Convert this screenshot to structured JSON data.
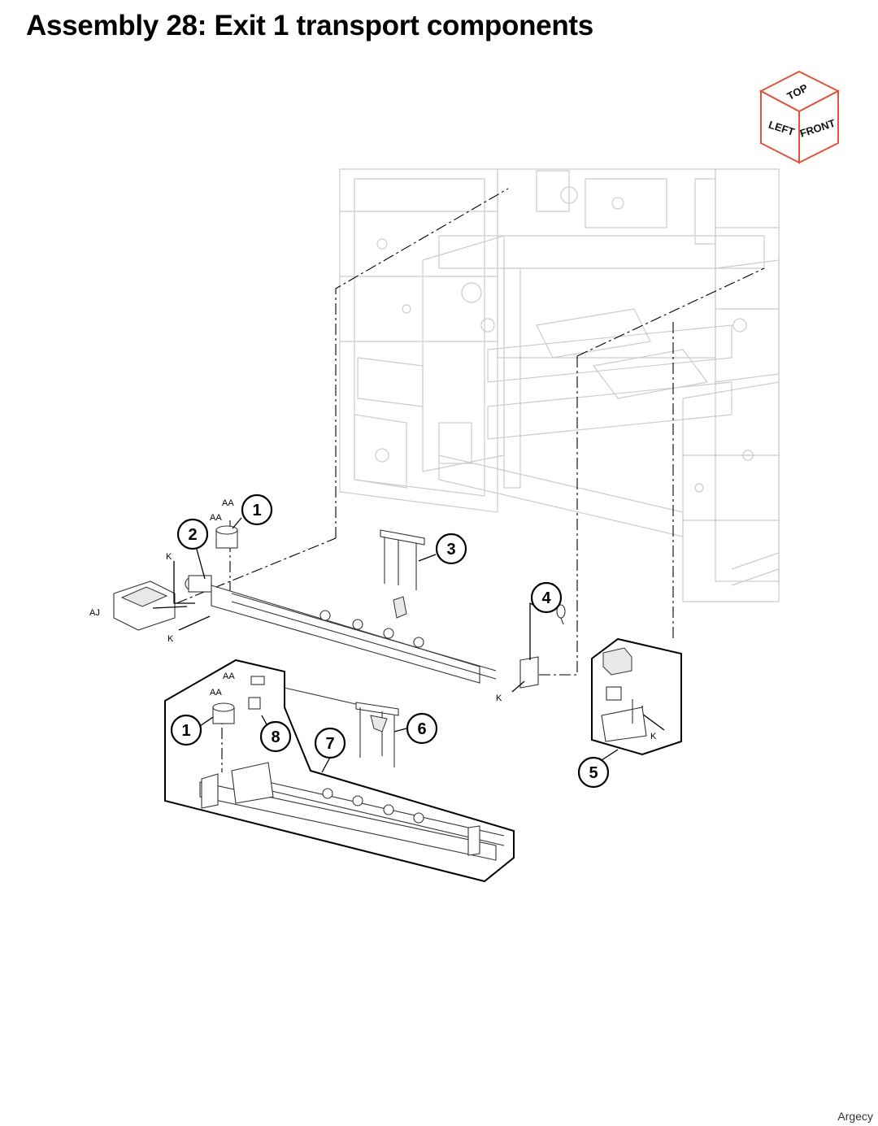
{
  "title": "Assembly 28: Exit 1 transport components",
  "watermark": "Argecy",
  "orientation_cube": {
    "top": "TOP",
    "left": "LEFT",
    "front": "FRONT",
    "edge_color": "#e0543a"
  },
  "callouts": [
    "1",
    "2",
    "3",
    "4",
    "5",
    "1",
    "8",
    "7",
    "6"
  ],
  "labels": [
    "AA",
    "AA",
    "K",
    "AJ",
    "K",
    "K",
    "AA",
    "AA",
    "K"
  ]
}
